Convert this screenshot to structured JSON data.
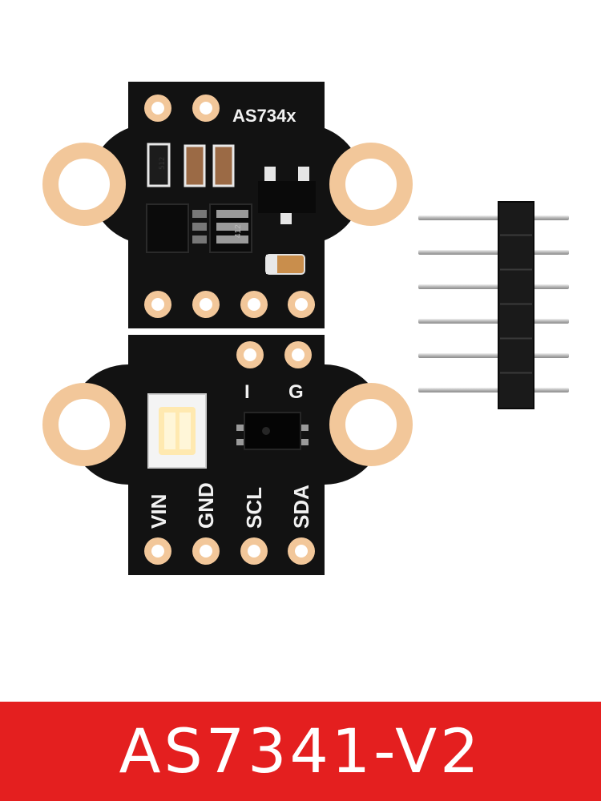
{
  "product": {
    "board_marking": "AS734x",
    "pin_labels": [
      "VIN",
      "GND",
      "SCL",
      "SDA"
    ],
    "aux_pin_labels": [
      "I",
      "G"
    ],
    "resistor_code": "512",
    "ic_marking": "412",
    "header_pin_count": 6
  },
  "banner": {
    "text": "AS7341-V2",
    "color": "#e41f1f"
  },
  "colors": {
    "board": "#121212",
    "pad_copper": "#f2c79a",
    "led": "#fff2cc"
  }
}
